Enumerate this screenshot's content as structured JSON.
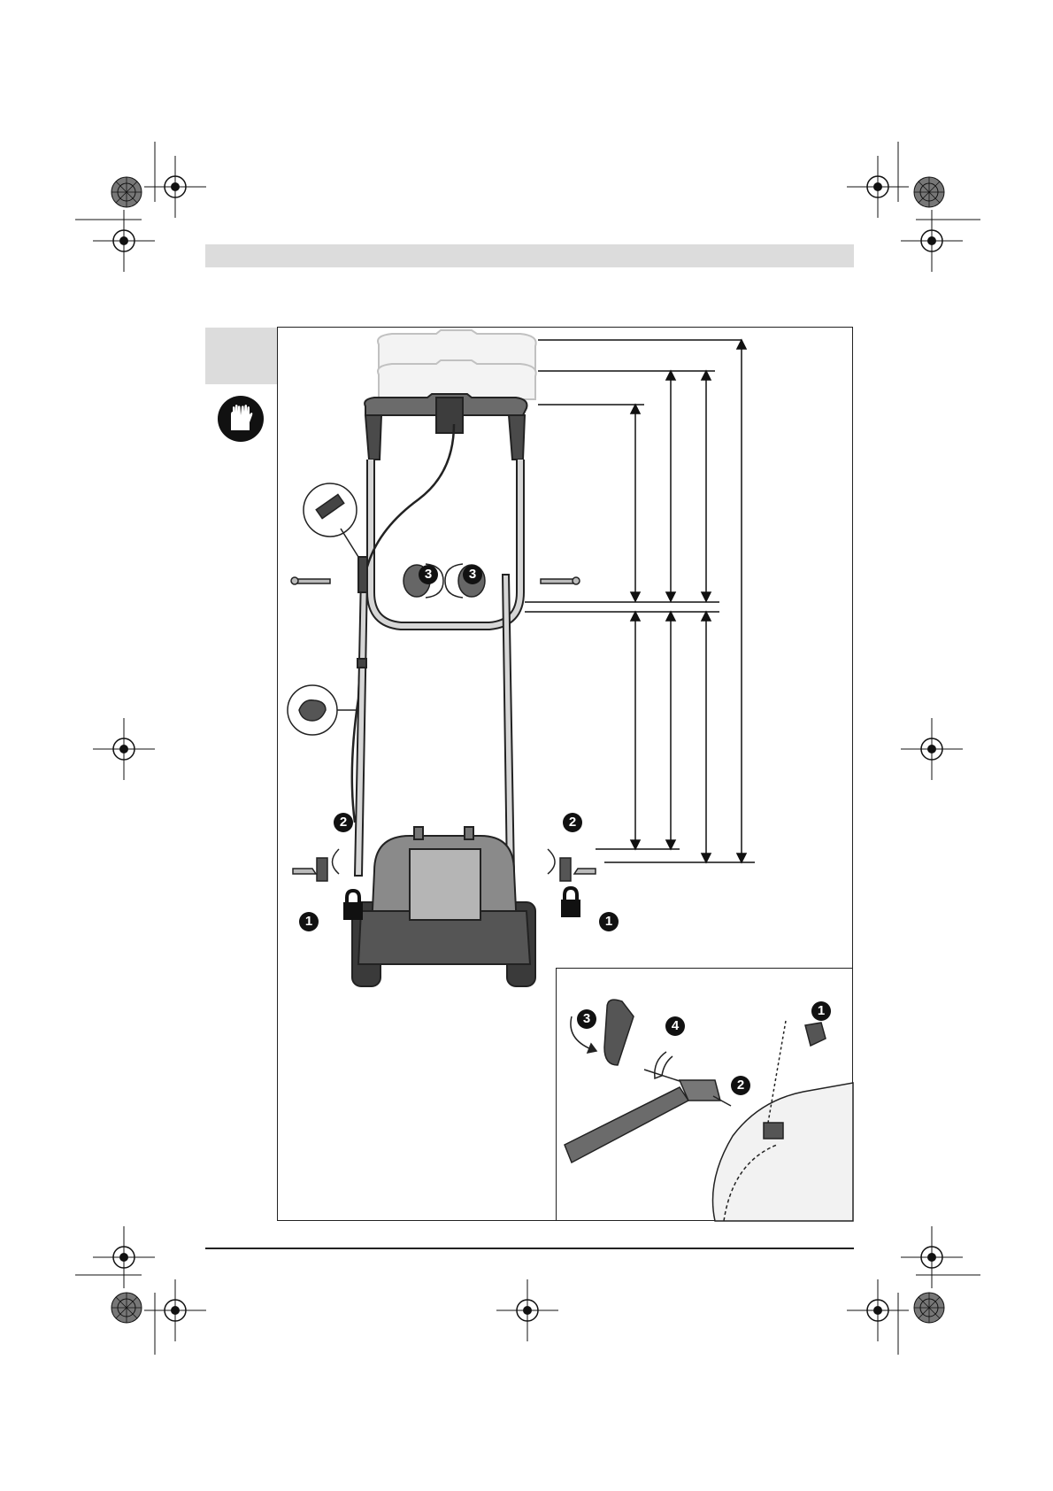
{
  "page": {
    "header_text": "",
    "figure_label": "",
    "footer_text": ""
  },
  "callouts": {
    "step_1": "1",
    "step_2": "2",
    "step_3": "3",
    "step_4": "4"
  },
  "icons": {
    "gloves": "gloves-icon",
    "lock": "padlock-icon",
    "registration": "registration-mark-icon",
    "color_target": "color-target-icon"
  },
  "colors": {
    "ink": "#222222",
    "dark_gray": "#4a4a4a",
    "mid_gray": "#8a8a8a",
    "light_gray": "#dcdcdc",
    "ghost_gray": "#d8d8d8"
  }
}
